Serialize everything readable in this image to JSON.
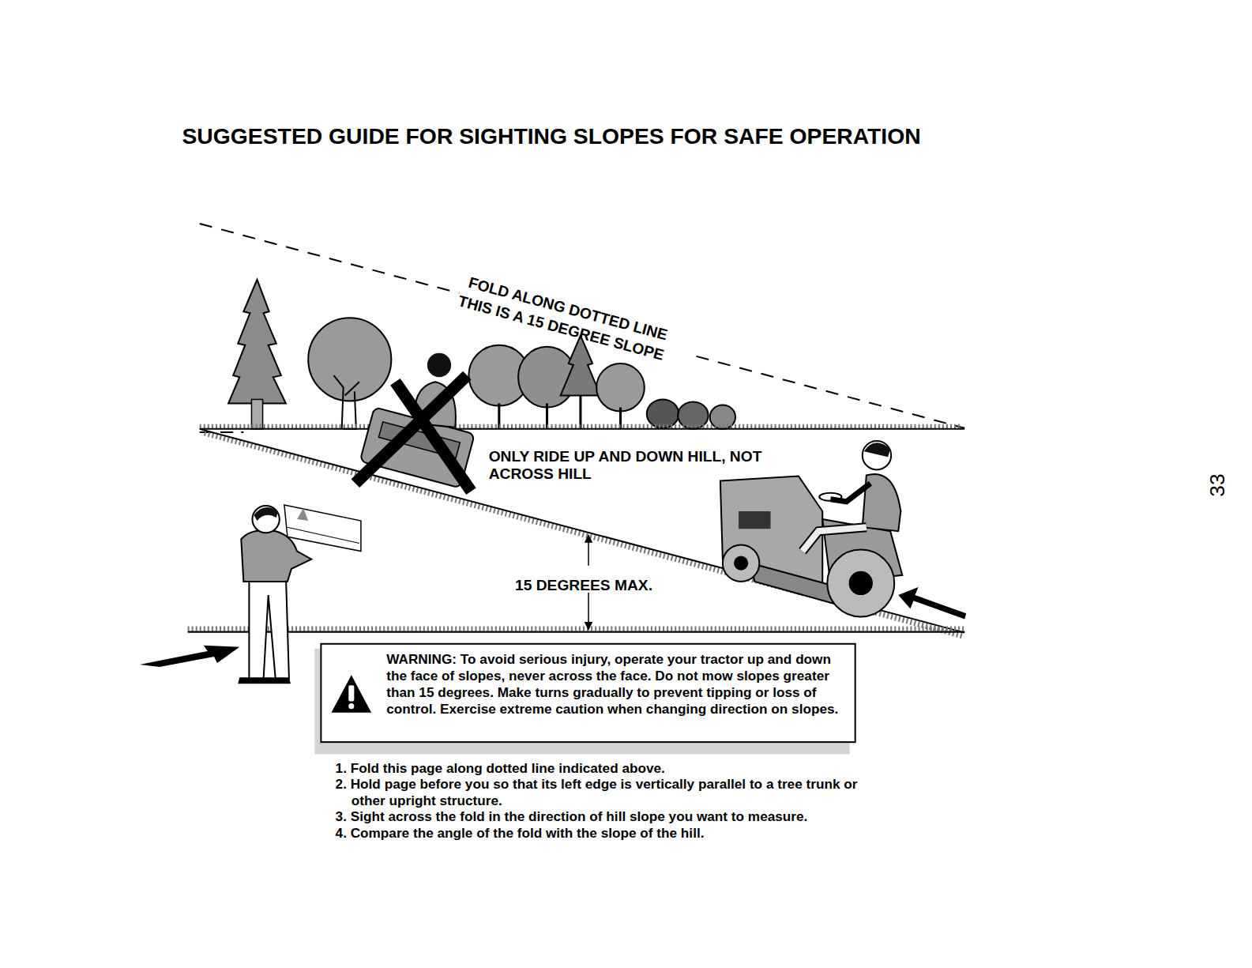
{
  "diagram": {
    "title": "SUGGESTED GUIDE FOR SIGHTING SLOPES FOR SAFE OPERATION",
    "nodes": [
      {
        "text": [
          "WARNING: To avoid serious injury, operate your tractor up and down the face of slopes, never across the face. Do not mow slopes greater than 15 degrees. Make turns gradually to prevent tipping or loss of control. Exercise extreme caution when changing direction on slopes."
        ]
      }
    ],
    "labels": [
      "FOLD ALONG DOTTED LINE",
      "THIS IS A 15 DEGREE SLOPE",
      "ONLY RIDE UP AND DOWN HILL, NOT ACROSS HILL",
      "15 DEGREES MAX.",
      "1. Fold this page along dotted line indicated above.",
      "2. Hold page before you so that its left edge is vertically parallel to a tree trunk or other upright structure.",
      "3. Sight across the fold in the direction of hill slope you want to measure.",
      "4. Compare the angle of the fold with the slope of the hill.",
      "33"
    ]
  }
}
